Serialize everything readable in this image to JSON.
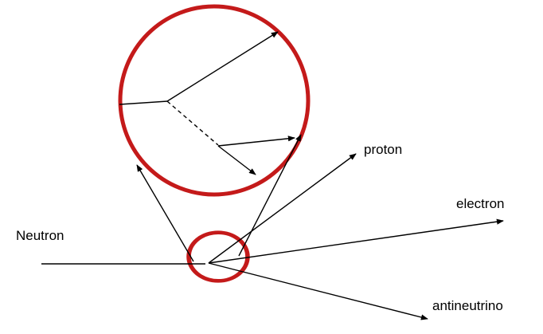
{
  "labels": {
    "neutron": "Neutron",
    "proton": "proton",
    "electron": "electron",
    "antineutrino": "antineutrino"
  },
  "colors": {
    "circle": "#c41a1a",
    "lines": "#000000",
    "background": "#ffffff"
  }
}
